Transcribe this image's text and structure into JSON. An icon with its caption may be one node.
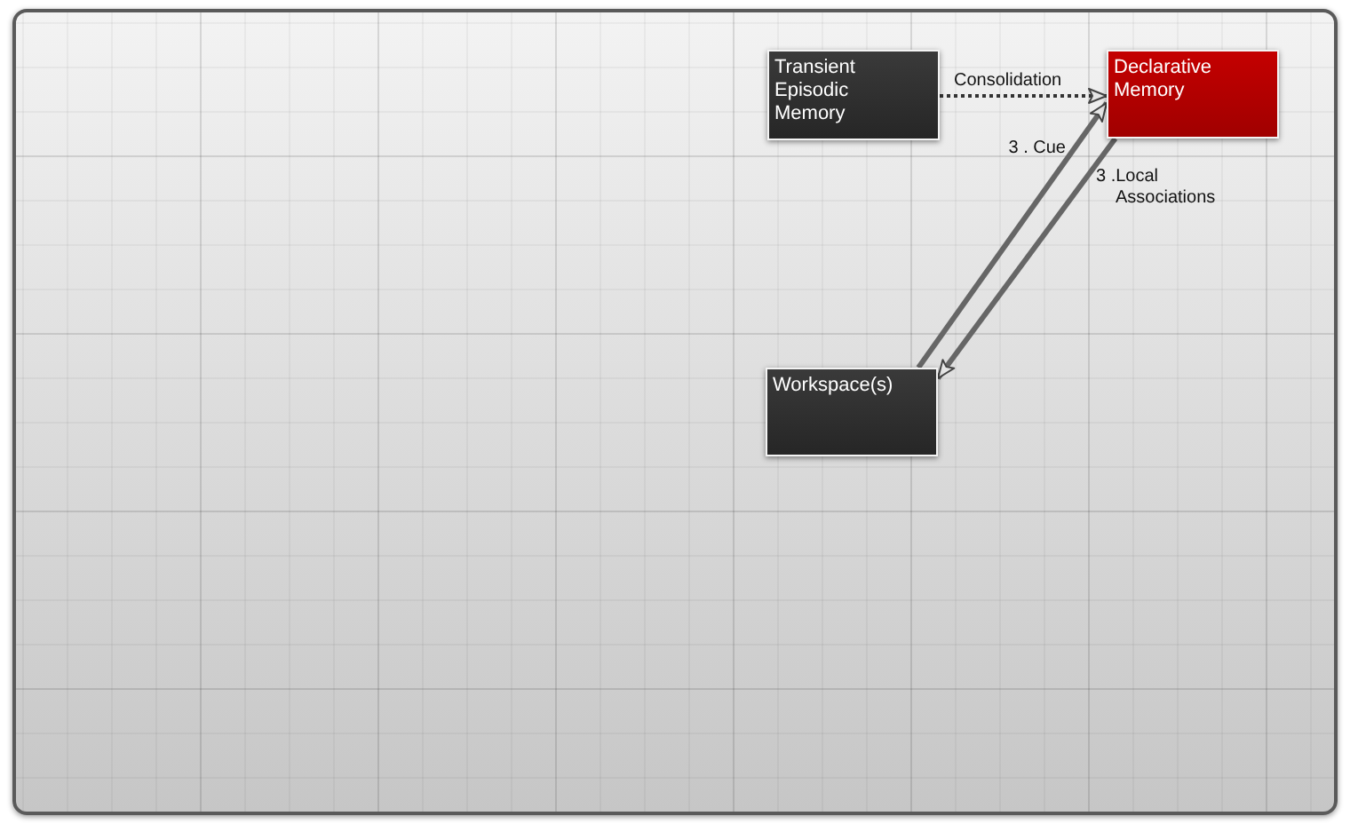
{
  "diagram": {
    "nodes": [
      {
        "text": [
          "Transient Episodic Memory"
        ]
      },
      {
        "text": [
          "Declarative Memory"
        ]
      },
      {
        "text": [
          "Workspace(s)"
        ]
      }
    ],
    "edges": [
      {
        "from": 0,
        "to": 1,
        "arrow": "to",
        "label": "Consolidation",
        "style": "dashed"
      },
      {
        "from": 2,
        "to": 1,
        "arrow": "to",
        "label": "3 . Cue"
      },
      {
        "from": 1,
        "to": 2,
        "arrow": "to",
        "label": "3 .Local Associations"
      }
    ]
  }
}
